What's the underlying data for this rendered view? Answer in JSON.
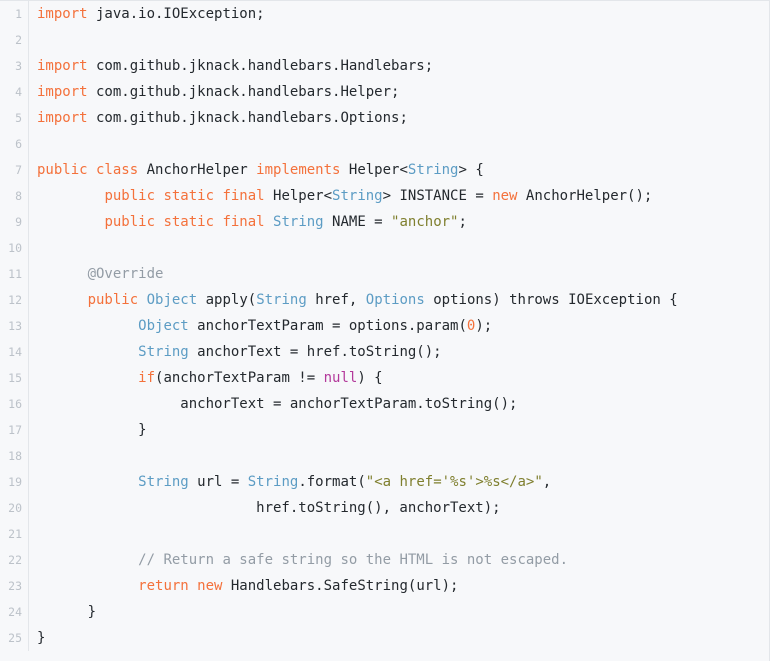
{
  "code_block": {
    "language": "java",
    "background_color": "#f7f8fa",
    "border_color": "#e3e6ea",
    "line_number_color": "#bcc2c9",
    "token_colors": {
      "keyword": "#f4713b",
      "type": "#5c9cc4",
      "string": "#7f7f2e",
      "number": "#f4713b",
      "null_literal": "#b3399b",
      "comment": "#939ca5",
      "annotation": "#939ca5",
      "plain": "#24292e"
    },
    "first_line_number": 1,
    "total_lines": 25,
    "lines": [
      {
        "num": "1",
        "tokens": [
          {
            "t": "kw",
            "v": "import"
          },
          {
            "t": "plain",
            "v": " java.io.IOException;"
          }
        ]
      },
      {
        "num": "2",
        "tokens": []
      },
      {
        "num": "3",
        "tokens": [
          {
            "t": "kw",
            "v": "import"
          },
          {
            "t": "plain",
            "v": " com.github.jknack.handlebars.Handlebars;"
          }
        ]
      },
      {
        "num": "4",
        "tokens": [
          {
            "t": "kw",
            "v": "import"
          },
          {
            "t": "plain",
            "v": " com.github.jknack.handlebars.Helper;"
          }
        ]
      },
      {
        "num": "5",
        "tokens": [
          {
            "t": "kw",
            "v": "import"
          },
          {
            "t": "plain",
            "v": " com.github.jknack.handlebars.Options;"
          }
        ]
      },
      {
        "num": "6",
        "tokens": []
      },
      {
        "num": "7",
        "tokens": [
          {
            "t": "kw",
            "v": "public class"
          },
          {
            "t": "plain",
            "v": " AnchorHelper "
          },
          {
            "t": "kw",
            "v": "implements"
          },
          {
            "t": "plain",
            "v": " Helper<"
          },
          {
            "t": "type",
            "v": "String"
          },
          {
            "t": "plain",
            "v": "> {"
          }
        ]
      },
      {
        "num": "8",
        "tokens": [
          {
            "t": "plain",
            "v": "        "
          },
          {
            "t": "kw",
            "v": "public static final"
          },
          {
            "t": "plain",
            "v": " Helper<"
          },
          {
            "t": "type",
            "v": "String"
          },
          {
            "t": "plain",
            "v": "> INSTANCE = "
          },
          {
            "t": "kw",
            "v": "new"
          },
          {
            "t": "plain",
            "v": " AnchorHelper();"
          }
        ]
      },
      {
        "num": "9",
        "tokens": [
          {
            "t": "plain",
            "v": "        "
          },
          {
            "t": "kw",
            "v": "public static final"
          },
          {
            "t": "plain",
            "v": " "
          },
          {
            "t": "type",
            "v": "String"
          },
          {
            "t": "plain",
            "v": " NAME = "
          },
          {
            "t": "str",
            "v": "\"anchor\""
          },
          {
            "t": "plain",
            "v": ";"
          }
        ]
      },
      {
        "num": "10",
        "tokens": []
      },
      {
        "num": "11",
        "tokens": [
          {
            "t": "plain",
            "v": "      "
          },
          {
            "t": "anno",
            "v": "@Override"
          }
        ]
      },
      {
        "num": "12",
        "tokens": [
          {
            "t": "plain",
            "v": "      "
          },
          {
            "t": "kw",
            "v": "public"
          },
          {
            "t": "plain",
            "v": " "
          },
          {
            "t": "type",
            "v": "Object"
          },
          {
            "t": "plain",
            "v": " apply("
          },
          {
            "t": "type",
            "v": "String"
          },
          {
            "t": "plain",
            "v": " href, "
          },
          {
            "t": "type",
            "v": "Options"
          },
          {
            "t": "plain",
            "v": " options) throws IOException {"
          }
        ]
      },
      {
        "num": "13",
        "tokens": [
          {
            "t": "plain",
            "v": "            "
          },
          {
            "t": "type",
            "v": "Object"
          },
          {
            "t": "plain",
            "v": " anchorTextParam = options.param("
          },
          {
            "t": "num",
            "v": "0"
          },
          {
            "t": "plain",
            "v": ");"
          }
        ]
      },
      {
        "num": "14",
        "tokens": [
          {
            "t": "plain",
            "v": "            "
          },
          {
            "t": "type",
            "v": "String"
          },
          {
            "t": "plain",
            "v": " anchorText = href.toString();"
          }
        ]
      },
      {
        "num": "15",
        "tokens": [
          {
            "t": "plain",
            "v": "            "
          },
          {
            "t": "kw",
            "v": "if"
          },
          {
            "t": "plain",
            "v": "(anchorTextParam != "
          },
          {
            "t": "null",
            "v": "null"
          },
          {
            "t": "plain",
            "v": ") {"
          }
        ]
      },
      {
        "num": "16",
        "tokens": [
          {
            "t": "plain",
            "v": "                 anchorText = anchorTextParam.toString();"
          }
        ]
      },
      {
        "num": "17",
        "tokens": [
          {
            "t": "plain",
            "v": "            }"
          }
        ]
      },
      {
        "num": "18",
        "tokens": []
      },
      {
        "num": "19",
        "tokens": [
          {
            "t": "plain",
            "v": "            "
          },
          {
            "t": "type",
            "v": "String"
          },
          {
            "t": "plain",
            "v": " url = "
          },
          {
            "t": "type",
            "v": "String"
          },
          {
            "t": "plain",
            "v": ".format("
          },
          {
            "t": "str",
            "v": "\"<a href='%s'>%s</a>\""
          },
          {
            "t": "plain",
            "v": ","
          }
        ]
      },
      {
        "num": "20",
        "tokens": [
          {
            "t": "plain",
            "v": "                          href.toString(), anchorText);"
          }
        ]
      },
      {
        "num": "21",
        "tokens": []
      },
      {
        "num": "22",
        "tokens": [
          {
            "t": "plain",
            "v": "            "
          },
          {
            "t": "comment",
            "v": "// Return a safe string so the HTML is not escaped."
          }
        ]
      },
      {
        "num": "23",
        "tokens": [
          {
            "t": "plain",
            "v": "            "
          },
          {
            "t": "kw",
            "v": "return new"
          },
          {
            "t": "plain",
            "v": " Handlebars.SafeString(url);"
          }
        ]
      },
      {
        "num": "24",
        "tokens": [
          {
            "t": "plain",
            "v": "      }"
          }
        ]
      },
      {
        "num": "25",
        "tokens": [
          {
            "t": "plain",
            "v": "}"
          }
        ]
      }
    ]
  }
}
